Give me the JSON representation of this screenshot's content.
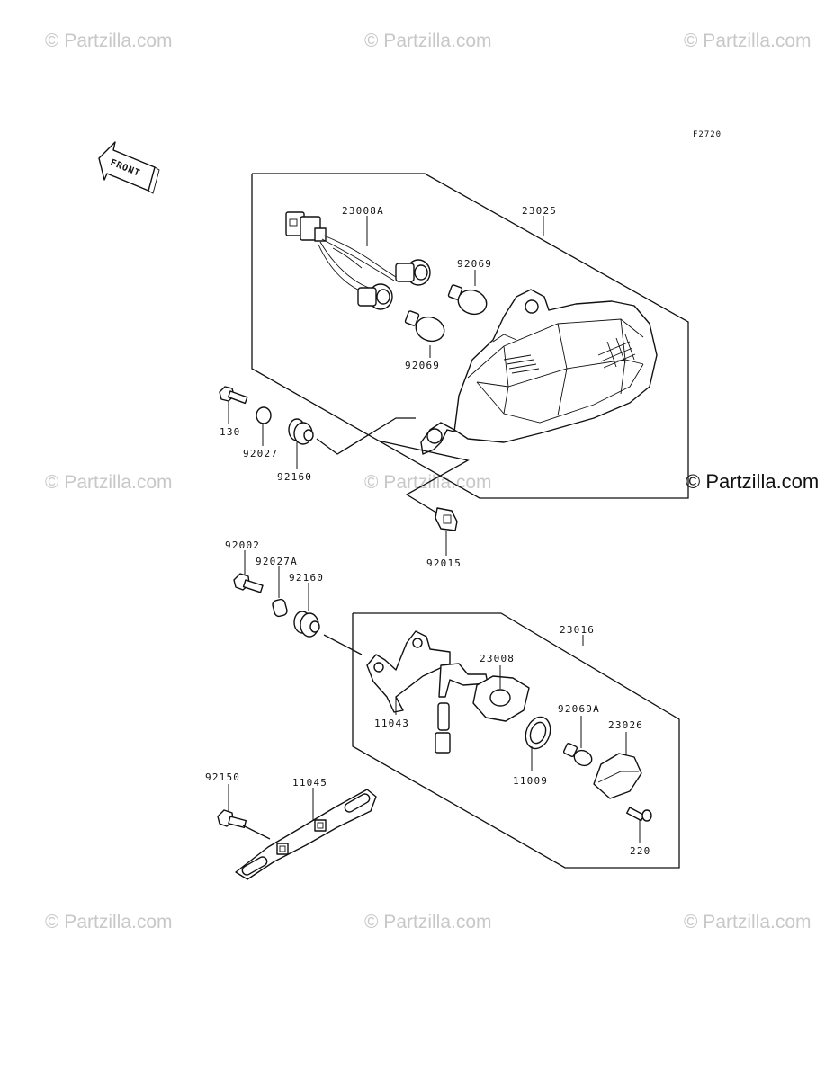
{
  "watermarks": [
    "© Partzilla.com",
    "© Partzilla.com",
    "© Partzilla.com",
    "© Partzilla.com",
    "© Partzilla.com",
    "© Partzilla.com",
    "© Partzilla.com",
    "© Partzilla.com"
  ],
  "watermark_dark": "© Partzilla.com",
  "diagram_code": "F2720",
  "front_label": "FRONT",
  "callouts": {
    "p23008A": "23008A",
    "p23025": "23025",
    "p92069_a": "92069",
    "p92069_b": "92069",
    "p130": "130",
    "p92027": "92027",
    "p92160_a": "92160",
    "p92015": "92015",
    "p92002": "92002",
    "p92027A": "92027A",
    "p92160_b": "92160",
    "p23016": "23016",
    "p23008": "23008",
    "p11043": "11043",
    "p92069A": "92069A",
    "p23026": "23026",
    "p11009": "11009",
    "p220": "220",
    "p92150": "92150",
    "p11045": "11045"
  }
}
